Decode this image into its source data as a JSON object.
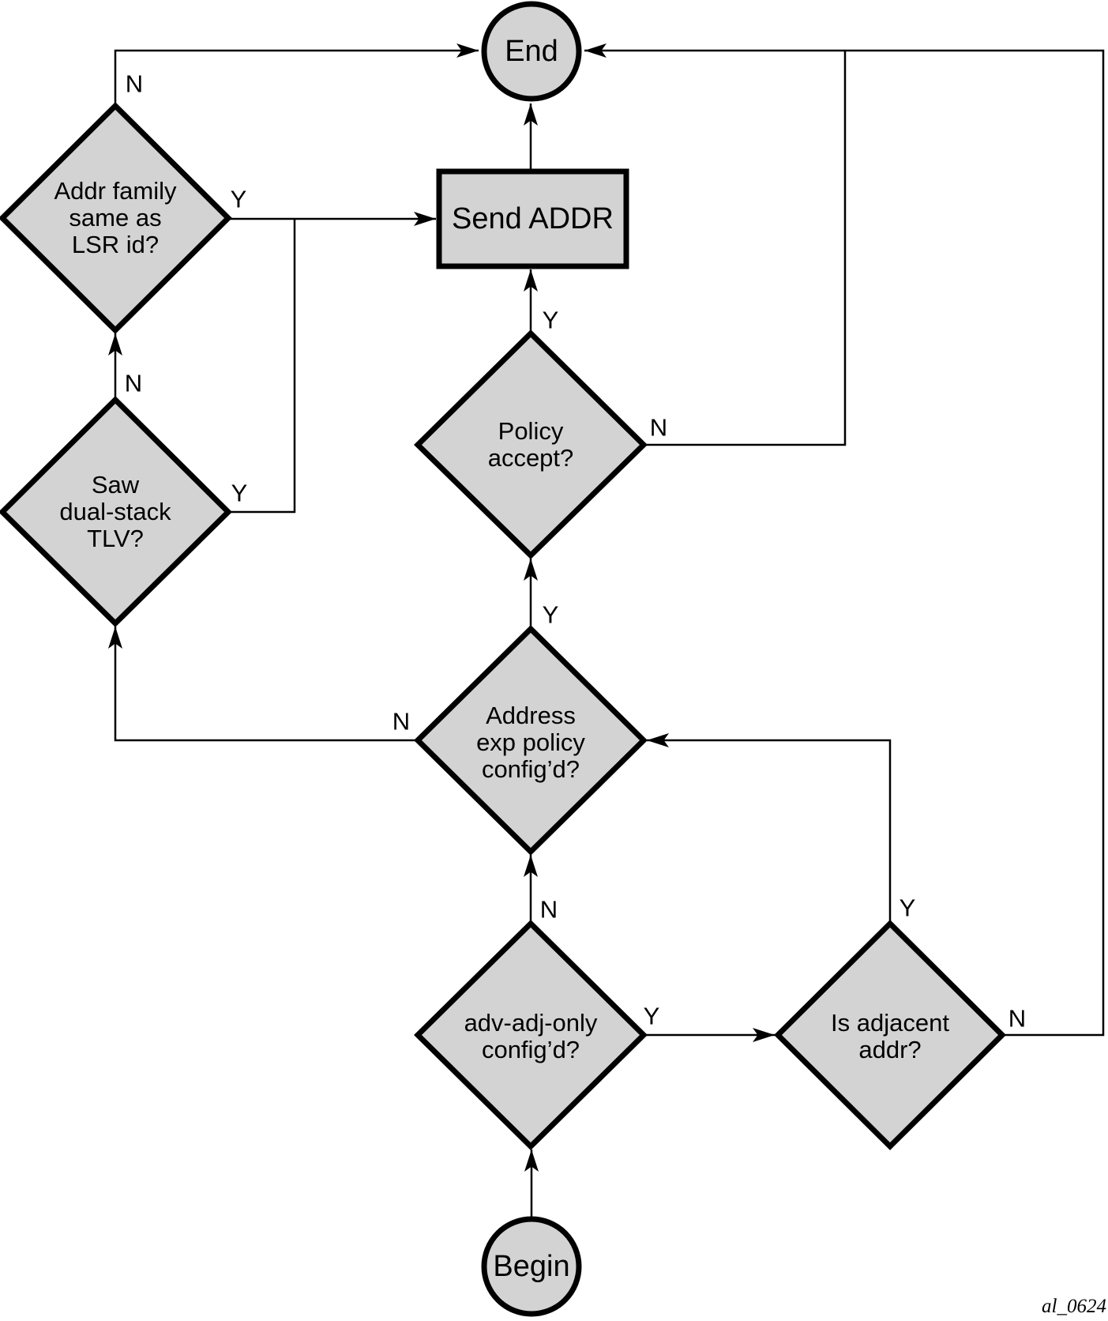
{
  "figure_id": "al_0624",
  "colors": {
    "node_fill": "#d3d3d3",
    "node_stroke": "#000000",
    "connector": "#000000",
    "background": "#ffffff"
  },
  "nodes": {
    "begin": {
      "type": "start",
      "label": "Begin"
    },
    "adv_adj_only": {
      "type": "decision",
      "label": "adv-adj-only\nconfig’d?"
    },
    "is_adjacent": {
      "type": "decision",
      "label": "Is adjacent\naddr?"
    },
    "addr_exp_policy": {
      "type": "decision",
      "label": "Address\nexp policy\nconfig’d?"
    },
    "policy_accept": {
      "type": "decision",
      "label": "Policy\naccept?"
    },
    "saw_dual_stack": {
      "type": "decision",
      "label": "Saw\ndual-stack\nTLV?"
    },
    "addr_family": {
      "type": "decision",
      "label": "Addr family\nsame as\nLSR id?"
    },
    "send_addr": {
      "type": "process",
      "label": "Send ADDR"
    },
    "end": {
      "type": "end",
      "label": "End"
    }
  },
  "edges": [
    {
      "from": "Begin",
      "to": "adv-adj-only config’d?",
      "label": ""
    },
    {
      "from": "adv-adj-only config’d?",
      "to": "Address exp policy config’d?",
      "label": "N"
    },
    {
      "from": "adv-adj-only config’d?",
      "to": "Is adjacent addr?",
      "label": "Y"
    },
    {
      "from": "Is adjacent addr?",
      "to": "Address exp policy config’d?",
      "label": "Y"
    },
    {
      "from": "Is adjacent addr?",
      "to": "End",
      "label": "N"
    },
    {
      "from": "Address exp policy config’d?",
      "to": "Policy accept?",
      "label": "Y"
    },
    {
      "from": "Address exp policy config’d?",
      "to": "Saw dual-stack TLV?",
      "label": "N"
    },
    {
      "from": "Policy accept?",
      "to": "Send ADDR",
      "label": "Y"
    },
    {
      "from": "Policy accept?",
      "to": "End",
      "label": "N"
    },
    {
      "from": "Saw dual-stack TLV?",
      "to": "Addr family same as LSR id?",
      "label": "N"
    },
    {
      "from": "Saw dual-stack TLV?",
      "to": "Send ADDR",
      "label": "Y"
    },
    {
      "from": "Addr family same as LSR id?",
      "to": "End",
      "label": "N"
    },
    {
      "from": "Addr family same as LSR id?",
      "to": "Send ADDR",
      "label": "Y"
    },
    {
      "from": "Send ADDR",
      "to": "End",
      "label": ""
    }
  ]
}
